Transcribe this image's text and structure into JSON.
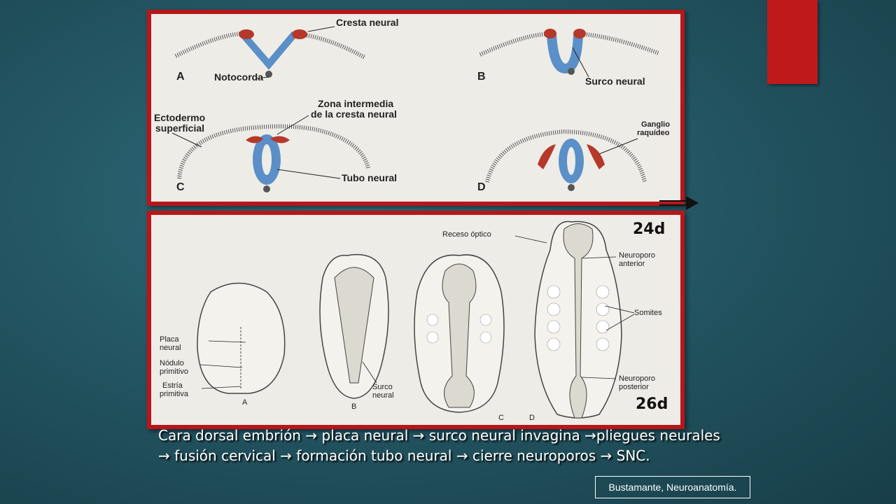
{
  "slide": {
    "caption": "Cara dorsal embrión → placa neural → surco neural invagina →pliegues neurales → fusión cervical → formación tubo neural → cierre neuroporos → SNC.",
    "source": "Bustamante, Neuroanatomía."
  },
  "figure_top": {
    "labels": {
      "cresta_neural": "Cresta neural",
      "notocorda": "Notocorda",
      "surco_neural": "Surco neural",
      "zona_intermedia_1": "Zona intermedia",
      "zona_intermedia_2": "de la cresta neural",
      "ectodermo_1": "Ectodermo",
      "ectodermo_2": "superficial",
      "tubo_neural": "Tubo neural",
      "ganglio_1": "Ganglio",
      "ganglio_2": "raquídeo",
      "panel_a": "A",
      "panel_b": "B",
      "panel_c": "C",
      "panel_d": "D"
    }
  },
  "figure_bottom": {
    "labels": {
      "day_top": "24d",
      "day_bottom": "26d",
      "receso_optico": "Receso óptico",
      "neuroporo_anterior_1": "Neuroporo",
      "neuroporo_anterior_2": "anterior",
      "somites": "Somites",
      "neuroporo_posterior_1": "Neuroporo",
      "neuroporo_posterior_2": "posterior",
      "placa_neural_1": "Placa",
      "placa_neural_2": "neural",
      "nodulo_1": "Nódulo",
      "nodulo_2": "primitivo",
      "estria_1": "Estría",
      "estria_2": "primitiva",
      "surco_neural_1": "Surco",
      "surco_neural_2": "neural",
      "panel_a": "A",
      "panel_b": "B",
      "panel_c": "C",
      "panel_d": "D"
    }
  },
  "colors": {
    "accent_red": "#c0191c",
    "neural_blue": "#5b8fc8",
    "crest_red": "#b5382a"
  }
}
